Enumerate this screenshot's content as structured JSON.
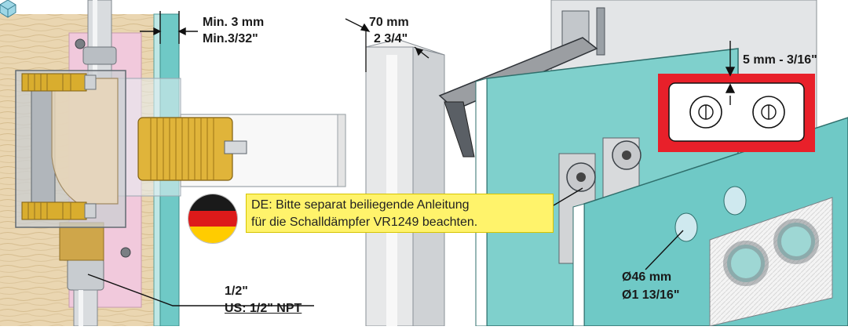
{
  "labels": {
    "min_gap_mm": "Min. 3 mm",
    "min_gap_in": "Min.3/32\"",
    "depth_mm": "70 mm",
    "depth_in": "2 3/4\"",
    "gap_mm_in": "5 mm - 3/16\"",
    "hole_mm": "Ø46 mm",
    "hole_in": "Ø1 13/16\"",
    "conn_size": "1/2\"",
    "conn_us": "US: 1/2\" NPT"
  },
  "note": {
    "line1": "DE: Bitte separat beiliegende Anleitung",
    "line2": "für die Schalldämpfer VR1249 beachten."
  },
  "flag_colors": [
    "#1a1a1a",
    "#dd1a1a",
    "#ffcc00"
  ],
  "colors": {
    "wall_blue": "#6fc9c6",
    "wood": "#e8d3ad",
    "brass": "#d9ad2e",
    "highlight_red": "#e8202a"
  }
}
